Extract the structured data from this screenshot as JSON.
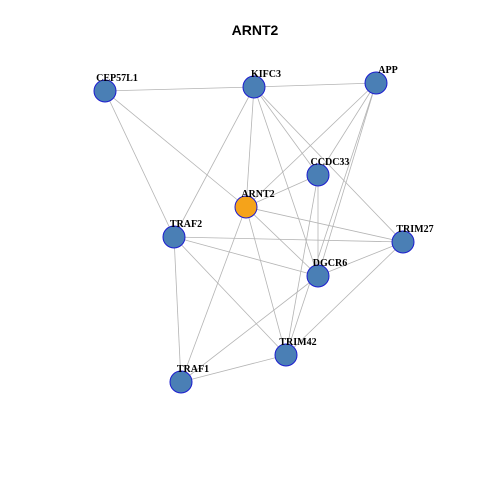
{
  "title": "ARNT2",
  "colors": {
    "center_node": "#f5a31a",
    "default_node": "#4a7fb5",
    "node_border": "#1c1ccf",
    "edge": "#b4b4b4"
  },
  "nodes": [
    {
      "id": "CEP57L1",
      "label": "CEP57L1",
      "center": false
    },
    {
      "id": "KIFC3",
      "label": "KIFC3",
      "center": false
    },
    {
      "id": "APP",
      "label": "APP",
      "center": false
    },
    {
      "id": "CCDC33",
      "label": "CCDC33",
      "center": false
    },
    {
      "id": "ARNT2",
      "label": "ARNT2",
      "center": true
    },
    {
      "id": "TRAF2",
      "label": "TRAF2",
      "center": false
    },
    {
      "id": "TRIM27",
      "label": "TRIM27",
      "center": false
    },
    {
      "id": "DGCR6",
      "label": "DGCR6",
      "center": false
    },
    {
      "id": "TRIM42",
      "label": "TRIM42",
      "center": false
    },
    {
      "id": "TRAF1",
      "label": "TRAF1",
      "center": false
    }
  ],
  "edges": [
    [
      "CEP57L1",
      "KIFC3"
    ],
    [
      "KIFC3",
      "APP"
    ],
    [
      "CEP57L1",
      "ARNT2"
    ],
    [
      "CEP57L1",
      "TRAF2"
    ],
    [
      "KIFC3",
      "ARNT2"
    ],
    [
      "KIFC3",
      "TRAF2"
    ],
    [
      "KIFC3",
      "CCDC33"
    ],
    [
      "KIFC3",
      "DGCR6"
    ],
    [
      "KIFC3",
      "TRIM27"
    ],
    [
      "APP",
      "ARNT2"
    ],
    [
      "APP",
      "CCDC33"
    ],
    [
      "APP",
      "DGCR6"
    ],
    [
      "APP",
      "TRIM42"
    ],
    [
      "ARNT2",
      "CCDC33"
    ],
    [
      "ARNT2",
      "TRIM27"
    ],
    [
      "ARNT2",
      "DGCR6"
    ],
    [
      "ARNT2",
      "TRIM42"
    ],
    [
      "ARNT2",
      "TRAF1"
    ],
    [
      "CCDC33",
      "DGCR6"
    ],
    [
      "CCDC33",
      "TRIM42"
    ],
    [
      "TRAF2",
      "DGCR6"
    ],
    [
      "TRAF2",
      "TRIM27"
    ],
    [
      "TRAF2",
      "TRIM42"
    ],
    [
      "TRAF2",
      "TRAF1"
    ],
    [
      "TRIM27",
      "DGCR6"
    ],
    [
      "TRIM27",
      "TRIM42"
    ],
    [
      "DGCR6",
      "TRAF1"
    ],
    [
      "TRIM42",
      "TRAF1"
    ]
  ]
}
